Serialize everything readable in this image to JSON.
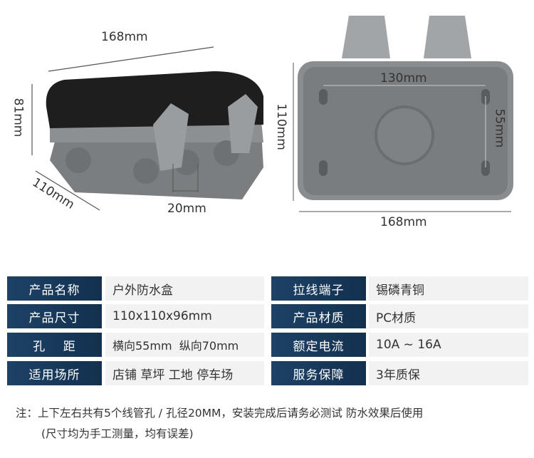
{
  "left_product": {
    "width_label": "168mm",
    "height_label": "81mm",
    "depth_label": "110mm",
    "hole_label": "20mm"
  },
  "right_product": {
    "hole_span_label": "130mm",
    "height_label": "110mm",
    "hole_vspan_label": "55mm",
    "width_label": "168mm"
  },
  "specs": [
    {
      "label": "产品名称",
      "value": "户外防水盒",
      "label2": "拉线端子",
      "value2": "锡磷青铜"
    },
    {
      "label": "产品尺寸",
      "value": "110x110x96mm",
      "label2": "产品材质",
      "value2": "PC材质"
    },
    {
      "label": "孔　 距",
      "value": "横向55mm  纵向70mm",
      "label2": "额定电流",
      "value2": "10A ~ 16A"
    },
    {
      "label": "适用场所",
      "value": "店铺 草坪 工地 停车场",
      "label2": "服务保障",
      "value2": "3年质保"
    }
  ],
  "note": {
    "line1": "注：上下左右共有5个线管孔 / 孔径20MM，安装完成后请务必测试 防水效果后使用",
    "line2": "(尺寸均为手工测量，均有误差)"
  }
}
